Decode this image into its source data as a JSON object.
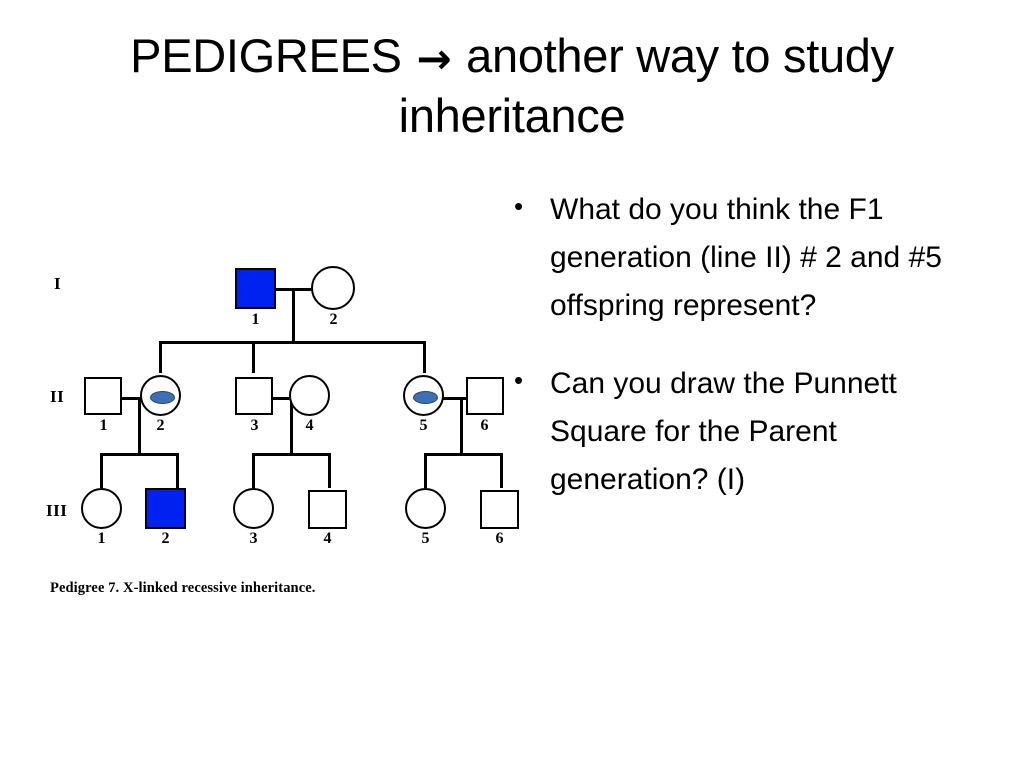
{
  "slide": {
    "title_line1_pre": "PEDIGREES",
    "title_arrow": "→",
    "title_line1_post": "another way to study",
    "title_line2": "inheritance",
    "background_color": "#ffffff",
    "text_color": "#000000"
  },
  "bullets": [
    {
      "marker": "•",
      "text": "What do you think the F1 generation (line II) # 2 and #5 offspring represent?"
    },
    {
      "marker": "•",
      "text": "Can you draw the Punnett Square for the Parent generation? (I)"
    }
  ],
  "pedigree": {
    "caption": "Pedigree 7. X-linked recessive inheritance.",
    "legend_colors": {
      "affected": "#0022f0",
      "carrier_dot": "#3c6fb4",
      "unaffected": "#ffffff",
      "outline": "#000000"
    },
    "generation_labels": [
      {
        "id": "gen-I",
        "label": "I"
      },
      {
        "id": "gen-II",
        "label": "II"
      },
      {
        "id": "gen-III",
        "label": "III"
      }
    ],
    "individuals": [
      {
        "gen": "I",
        "num": "1",
        "sex": "male",
        "status": "affected"
      },
      {
        "gen": "I",
        "num": "2",
        "sex": "female",
        "status": "unaffected"
      },
      {
        "gen": "II",
        "num": "1",
        "sex": "male",
        "status": "unaffected"
      },
      {
        "gen": "II",
        "num": "2",
        "sex": "female",
        "status": "carrier"
      },
      {
        "gen": "II",
        "num": "3",
        "sex": "male",
        "status": "unaffected"
      },
      {
        "gen": "II",
        "num": "4",
        "sex": "female",
        "status": "unaffected"
      },
      {
        "gen": "II",
        "num": "5",
        "sex": "female",
        "status": "carrier"
      },
      {
        "gen": "II",
        "num": "6",
        "sex": "male",
        "status": "unaffected"
      },
      {
        "gen": "III",
        "num": "1",
        "sex": "female",
        "status": "unaffected"
      },
      {
        "gen": "III",
        "num": "2",
        "sex": "male",
        "status": "affected"
      },
      {
        "gen": "III",
        "num": "3",
        "sex": "female",
        "status": "unaffected"
      },
      {
        "gen": "III",
        "num": "4",
        "sex": "male",
        "status": "unaffected"
      },
      {
        "gen": "III",
        "num": "5",
        "sex": "female",
        "status": "unaffected"
      },
      {
        "gen": "III",
        "num": "6",
        "sex": "male",
        "status": "unaffected"
      }
    ]
  }
}
